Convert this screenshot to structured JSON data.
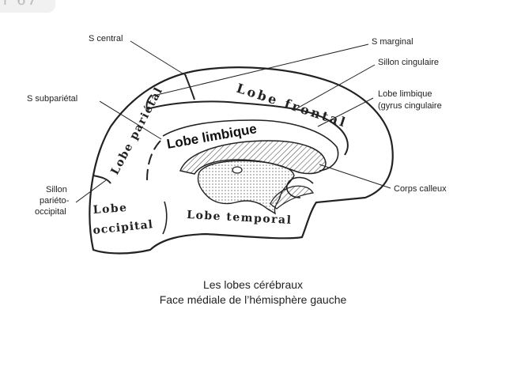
{
  "corner_text": "r 67",
  "labels": {
    "s_central": "S central",
    "s_marginal": "S marginal",
    "sillon_cingulaire": "Sillon cingulaire",
    "s_subparietal": "S subpariétal",
    "lobe_limbique_line1": "Lobe limbique",
    "lobe_limbique_line2": "(gyrus cingulaire",
    "sillon_po_line1": "Sillon",
    "sillon_po_line2": "pariéto-",
    "sillon_po_line3": "occipital",
    "corps_calleux": "Corps calleux"
  },
  "lobes": {
    "frontal": "Lobe frontal",
    "parietal": "Lobe pariétal",
    "limbique": "Lobe limbique",
    "occipital_line1": "Lobe",
    "occipital_line2": "occipital",
    "temporal": "Lobe temporal"
  },
  "caption": {
    "line1": "Les lobes cérébraux",
    "line2": "Face médiale de l’hémisphère gauche"
  }
}
